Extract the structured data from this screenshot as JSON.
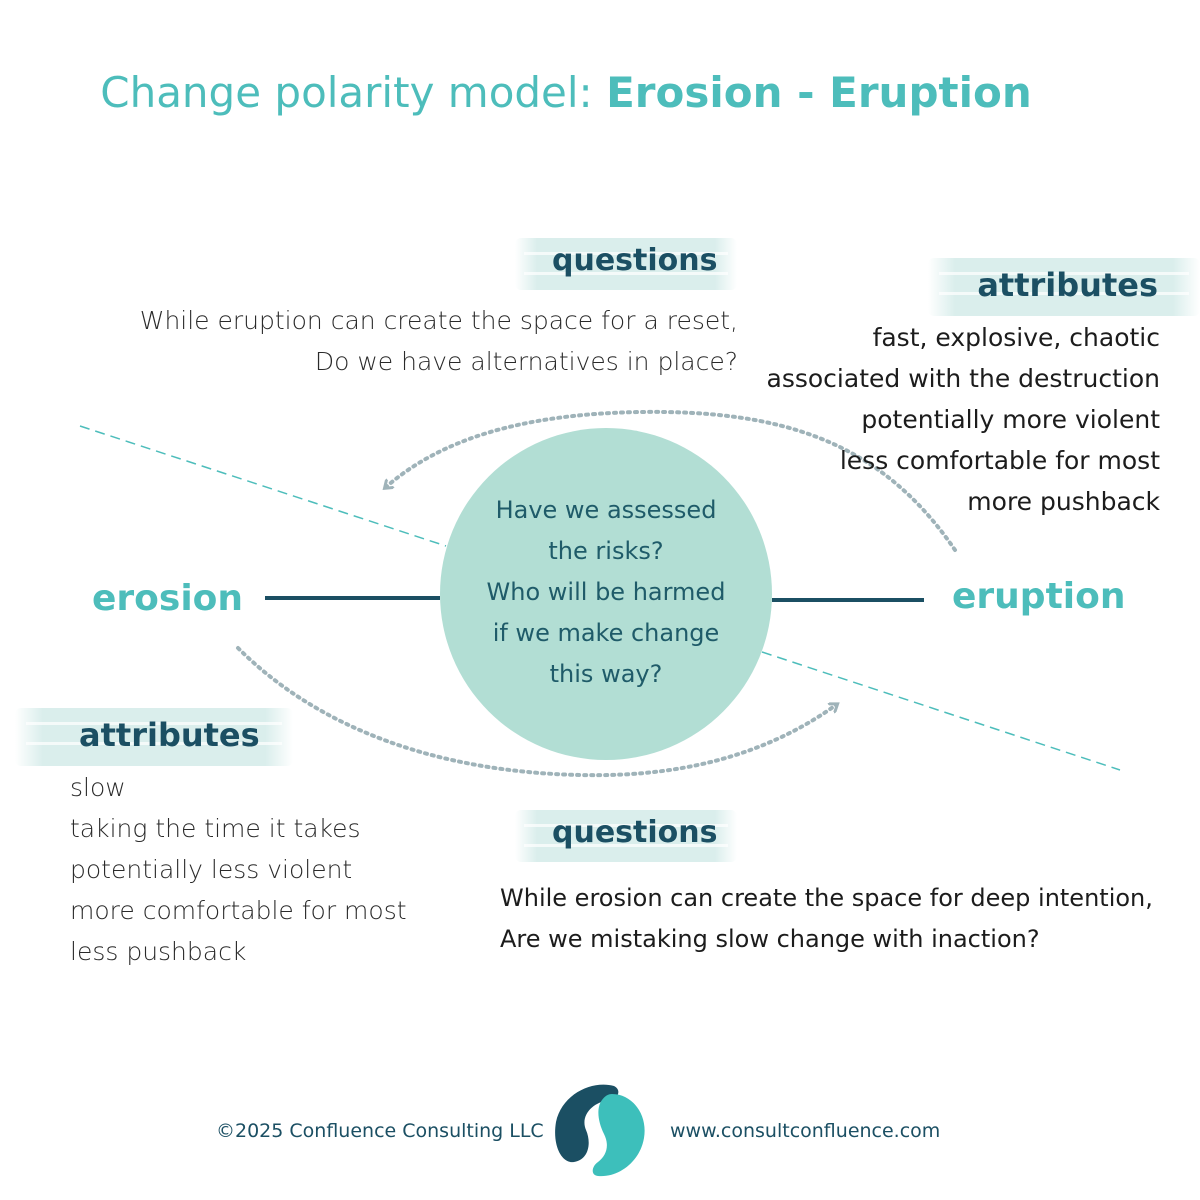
{
  "title": {
    "prefix": "Change polarity model: ",
    "emphasis": "Erosion - Eruption"
  },
  "top_questions": {
    "heading": "questions",
    "lines": [
      "While eruption can create the space for a reset,",
      "Do we have alternatives in place?"
    ]
  },
  "eruption_attributes": {
    "heading": "attributes",
    "lines": [
      "fast, explosive, chaotic",
      "associated with the destruction",
      "potentially more violent",
      "less comfortable for most",
      "more pushback"
    ]
  },
  "poles": {
    "left": "erosion",
    "right": "eruption"
  },
  "center": {
    "lines": [
      "Have we assessed",
      "the risks?",
      "Who will be harmed",
      "if we make change",
      "this way?"
    ]
  },
  "erosion_attributes": {
    "heading": "attributes",
    "lines": [
      "slow",
      "taking the time it takes",
      "potentially less violent",
      "more comfortable for most",
      "less pushback"
    ]
  },
  "bottom_questions": {
    "heading": "questions",
    "lines": [
      "While erosion can create the space for deep intention,",
      "Are we mistaking slow change with inaction?"
    ]
  },
  "footer": {
    "copyright": "©2025 Confluence Consulting LLC",
    "website": "www.consultconfluence.com"
  },
  "colors": {
    "teal": "#4dbdbb",
    "navy": "#1b4f63",
    "circle": "#b2ded4",
    "brush": "#d8edeb",
    "dotted_arrow": "#9fb3b9"
  }
}
